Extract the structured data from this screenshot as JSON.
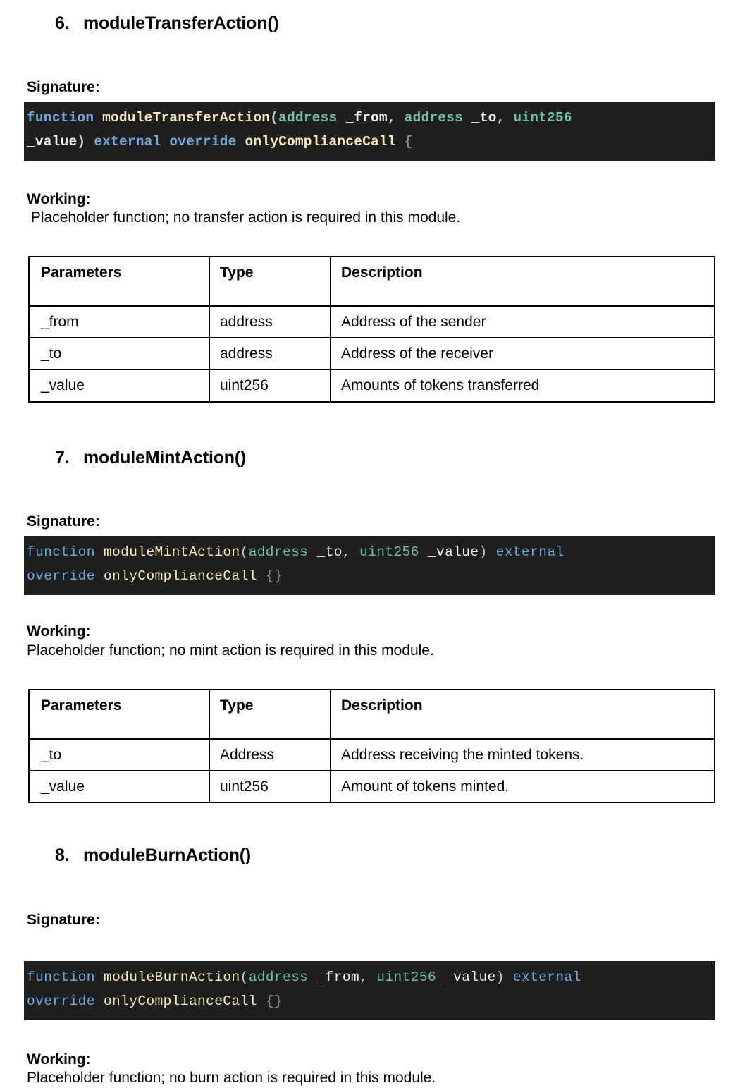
{
  "document": {
    "labels": {
      "signature": "Signature:",
      "working": "Working:"
    },
    "table_headers": {
      "parameters": "Parameters",
      "type": "Type",
      "description": "Description"
    },
    "colors": {
      "code_background": "#1f1f1f",
      "keyword": "#6fa8dc",
      "function_name": "#f5e9b9",
      "type": "#6fc2a0",
      "variable": "#eeeeee",
      "brace": "#8a8f96",
      "text": "#000000",
      "page_background": "#ffffff"
    },
    "sections": [
      {
        "number": "6.",
        "title": "moduleTransferAction()",
        "signature_label": "Signature:",
        "code": {
          "style": "bold",
          "lines": [
            [
              {
                "t": "function",
                "c": "kw"
              },
              {
                "t": " ",
                "c": "punct"
              },
              {
                "t": "moduleTransferAction",
                "c": "fn"
              },
              {
                "t": "(",
                "c": "punct"
              },
              {
                "t": "address",
                "c": "type"
              },
              {
                "t": " ",
                "c": "punct"
              },
              {
                "t": "_from",
                "c": "var"
              },
              {
                "t": ", ",
                "c": "punct"
              },
              {
                "t": "address",
                "c": "type"
              },
              {
                "t": " ",
                "c": "punct"
              },
              {
                "t": "_to",
                "c": "var"
              },
              {
                "t": ", ",
                "c": "punct"
              },
              {
                "t": "uint256",
                "c": "type"
              }
            ],
            [
              {
                "t": "_value",
                "c": "var"
              },
              {
                "t": ") ",
                "c": "punct"
              },
              {
                "t": "external",
                "c": "mod"
              },
              {
                "t": " ",
                "c": "punct"
              },
              {
                "t": "override",
                "c": "mod"
              },
              {
                "t": " ",
                "c": "punct"
              },
              {
                "t": "onlyComplianceCall",
                "c": "mdfr"
              },
              {
                "t": " ",
                "c": "punct"
              },
              {
                "t": "{",
                "c": "brace"
              }
            ]
          ]
        },
        "working_label": "Working:",
        "working_text": " Placeholder function; no transfer action is required in this module.",
        "table": {
          "headers": [
            "Parameters",
            "Type",
            "Description"
          ],
          "rows": [
            [
              "_from",
              "address",
              "Address of the sender"
            ],
            [
              "_to",
              "address",
              "Address of the receiver"
            ],
            [
              "_value",
              "uint256",
              "Amounts of tokens transferred"
            ]
          ]
        }
      },
      {
        "number": "7.",
        "title": "moduleMintAction()",
        "signature_label": "Signature:",
        "code": {
          "style": "regular",
          "lines": [
            [
              {
                "t": "function",
                "c": "kw"
              },
              {
                "t": " ",
                "c": "punct"
              },
              {
                "t": "moduleMintAction",
                "c": "fn"
              },
              {
                "t": "(",
                "c": "punct"
              },
              {
                "t": "address",
                "c": "type"
              },
              {
                "t": " ",
                "c": "punct"
              },
              {
                "t": "_to",
                "c": "var"
              },
              {
                "t": ", ",
                "c": "punct"
              },
              {
                "t": "uint256",
                "c": "type"
              },
              {
                "t": " ",
                "c": "punct"
              },
              {
                "t": "_value",
                "c": "var"
              },
              {
                "t": ") ",
                "c": "punct"
              },
              {
                "t": "external",
                "c": "mod"
              }
            ],
            [
              {
                "t": "override",
                "c": "mod"
              },
              {
                "t": " ",
                "c": "punct"
              },
              {
                "t": "onlyComplianceCall",
                "c": "mdfr"
              },
              {
                "t": " ",
                "c": "punct"
              },
              {
                "t": "{}",
                "c": "brace"
              }
            ]
          ]
        },
        "working_label": "Working:",
        "working_text": "Placeholder function; no mint action is required in this module.",
        "table": {
          "headers": [
            "Parameters",
            "Type",
            "Description"
          ],
          "rows": [
            [
              "_to",
              "Address",
              "Address receiving the minted tokens."
            ],
            [
              "_value",
              "uint256",
              "Amount of tokens minted."
            ]
          ]
        }
      },
      {
        "number": "8.",
        "title": "moduleBurnAction()",
        "signature_label": "Signature:",
        "code": {
          "style": "regular",
          "lines": [
            [
              {
                "t": "function",
                "c": "kw"
              },
              {
                "t": " ",
                "c": "punct"
              },
              {
                "t": "moduleBurnAction",
                "c": "fn"
              },
              {
                "t": "(",
                "c": "punct"
              },
              {
                "t": "address",
                "c": "type"
              },
              {
                "t": " ",
                "c": "punct"
              },
              {
                "t": "_from",
                "c": "var"
              },
              {
                "t": ", ",
                "c": "punct"
              },
              {
                "t": "uint256",
                "c": "type"
              },
              {
                "t": " ",
                "c": "punct"
              },
              {
                "t": "_value",
                "c": "var"
              },
              {
                "t": ") ",
                "c": "punct"
              },
              {
                "t": "external",
                "c": "mod"
              }
            ],
            [
              {
                "t": "override",
                "c": "mod"
              },
              {
                "t": " ",
                "c": "punct"
              },
              {
                "t": "onlyComplianceCall",
                "c": "mdfr"
              },
              {
                "t": " ",
                "c": "punct"
              },
              {
                "t": "{}",
                "c": "brace"
              }
            ]
          ]
        },
        "working_label": "Working:",
        "working_text": "Placeholder function; no burn action is required in this module.",
        "table": null
      }
    ]
  }
}
